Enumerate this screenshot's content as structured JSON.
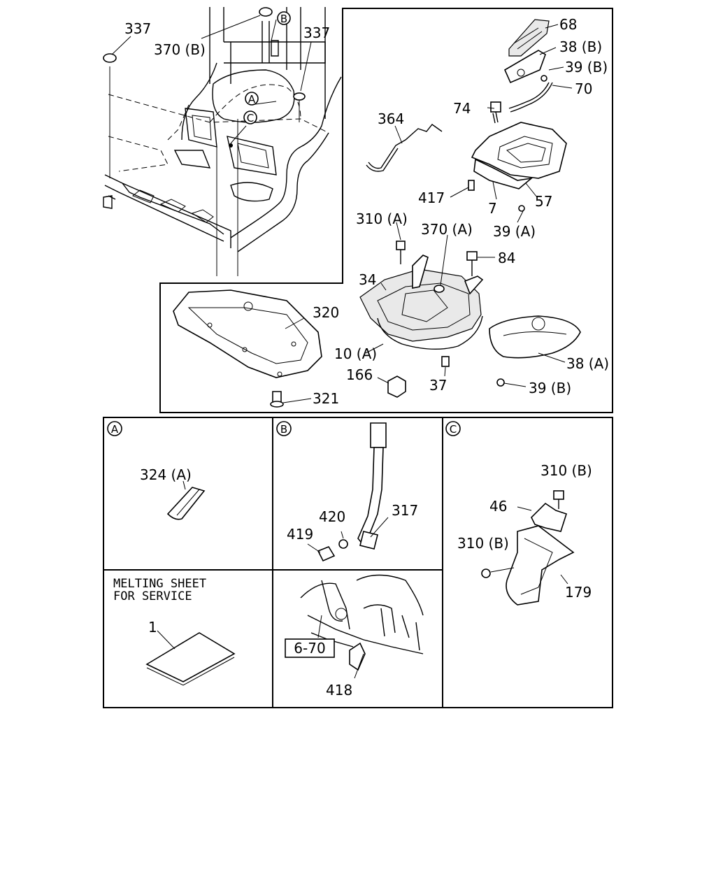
{
  "diagram": {
    "overview_labels": [
      "337",
      "370 (B)",
      "337"
    ],
    "callout_markers": [
      "A",
      "B",
      "C"
    ],
    "assembly_labels": {
      "p68": "68",
      "p38b": "38 (B)",
      "p39b_top": "39 (B)",
      "p70": "70",
      "p74": "74",
      "p364": "364",
      "p417": "417",
      "p7": "7",
      "p57": "57",
      "p39a": "39 (A)",
      "p310a": "310 (A)",
      "p370a": "370 (A)",
      "p84": "84",
      "p34": "34",
      "p320": "320",
      "p10a": "10 (A)",
      "p166": "166",
      "p37": "37",
      "p38a": "38 (A)",
      "p39b_bottom": "39 (B)",
      "p321": "321"
    },
    "panel_a": {
      "marker": "A",
      "part": "324 (A)"
    },
    "panel_b": {
      "marker": "B",
      "parts": {
        "p420": "420",
        "p317": "317",
        "p419": "419"
      }
    },
    "panel_c": {
      "marker": "C",
      "parts": {
        "p310b_top": "310 (B)",
        "p46": "46",
        "p310b_left": "310 (B)",
        "p179": "179"
      }
    },
    "panel_melt": {
      "title_line1": "MELTING SHEET",
      "title_line2": "FOR SERVICE",
      "part": "1"
    },
    "panel_ref": {
      "ref_box": "6-70",
      "part": "418"
    }
  }
}
